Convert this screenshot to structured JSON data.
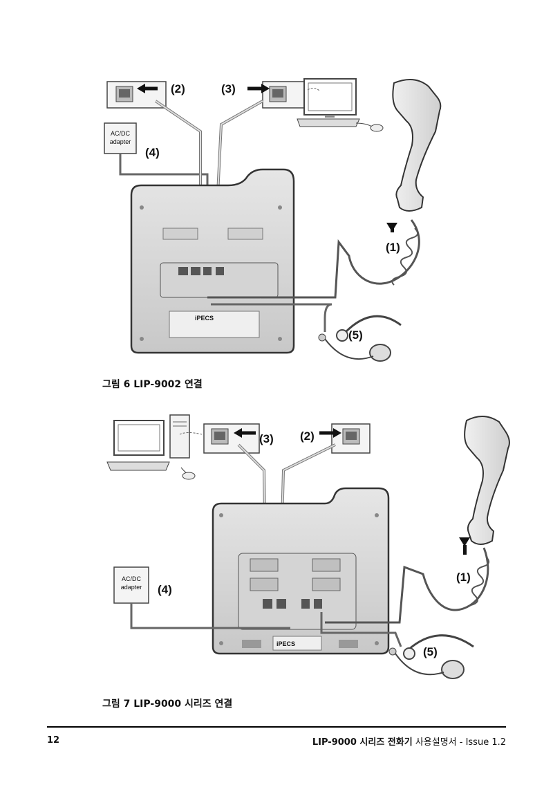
{
  "figure1": {
    "caption": "그림 6 LIP-9002 연결",
    "labels": {
      "l1": "(1)",
      "l2": "(2)",
      "l3": "(3)",
      "l4": "(4)",
      "l5": "(5)"
    },
    "adapter_text": [
      "AC/DC",
      "adapter"
    ],
    "brand_text": "iPECS"
  },
  "figure2": {
    "caption": "그림 7 LIP-9000 시리즈 연결",
    "labels": {
      "l1": "(1)",
      "l2": "(2)",
      "l3": "(3)",
      "l4": "(4)",
      "l5": "(5)"
    },
    "adapter_text": [
      "AC/DC",
      "adapter"
    ],
    "brand_text": "iPECS"
  },
  "footer": {
    "page_number": "12",
    "doc_title": "LIP-9000 시리즈 전화기",
    "doc_subtitle": " 사용설명서 - Issue 1.2"
  }
}
